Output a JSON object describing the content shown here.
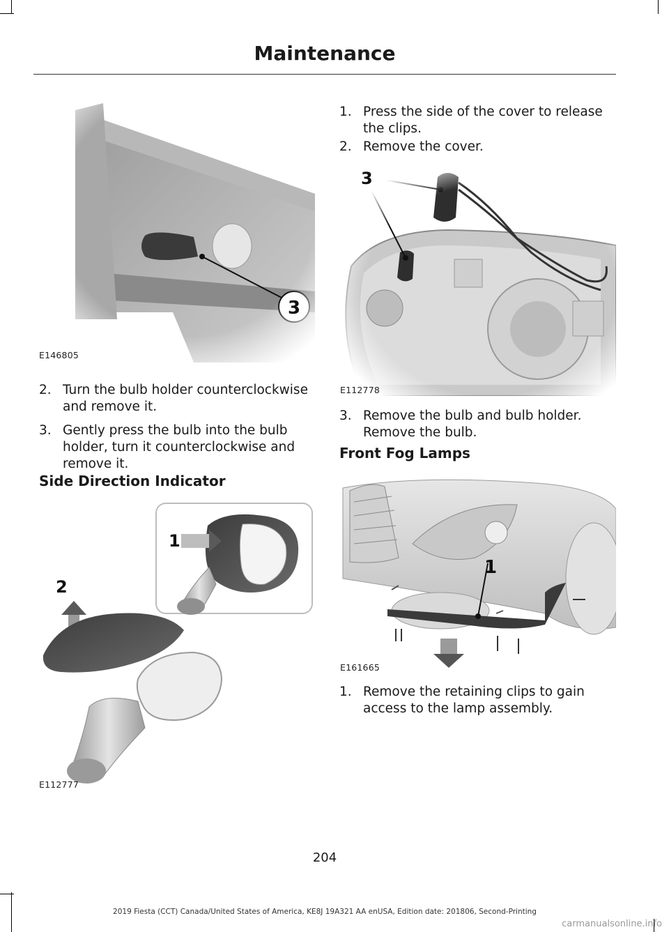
{
  "header": {
    "title": "Maintenance"
  },
  "figures": {
    "top_left": {
      "id": "E146805",
      "callout": "3"
    },
    "top_right": {
      "id": "E112778",
      "callout": "3"
    },
    "mirror": {
      "id": "E112777",
      "callout_a": "1",
      "callout_b": "2"
    },
    "fog": {
      "id": "E161665",
      "callout": "1"
    }
  },
  "left_steps": [
    {
      "num": "2.",
      "text": "Turn the bulb holder counterclockwise and remove it."
    },
    {
      "num": "3.",
      "text": "Gently press the bulb into the bulb holder, turn it counterclockwise and remove it."
    }
  ],
  "side_direction": {
    "heading": "Side Direction Indicator"
  },
  "right_steps_top": [
    {
      "num": "1.",
      "text": "Press the side of the cover to release the clips."
    },
    {
      "num": "2.",
      "text": "Remove the cover."
    }
  ],
  "right_step_3": {
    "num": "3.",
    "text": "Remove the bulb and bulb holder. Remove the bulb."
  },
  "fog_lamps": {
    "heading": "Front Fog Lamps"
  },
  "fog_step": {
    "num": "1.",
    "text": "Remove the retaining clips to gain access to the lamp assembly."
  },
  "page": {
    "number": "204"
  },
  "footer": {
    "text": "2019 Fiesta (CCT) Canada/United States of America, KE8J 19A321 AA enUSA, Edition date: 201806, Second-Printing"
  },
  "watermark": {
    "text": "carmanualsonline.info"
  },
  "colors": {
    "ink": "#1a1a1a",
    "grey_light": "#d9d9d9",
    "grey_dark": "#555555"
  }
}
